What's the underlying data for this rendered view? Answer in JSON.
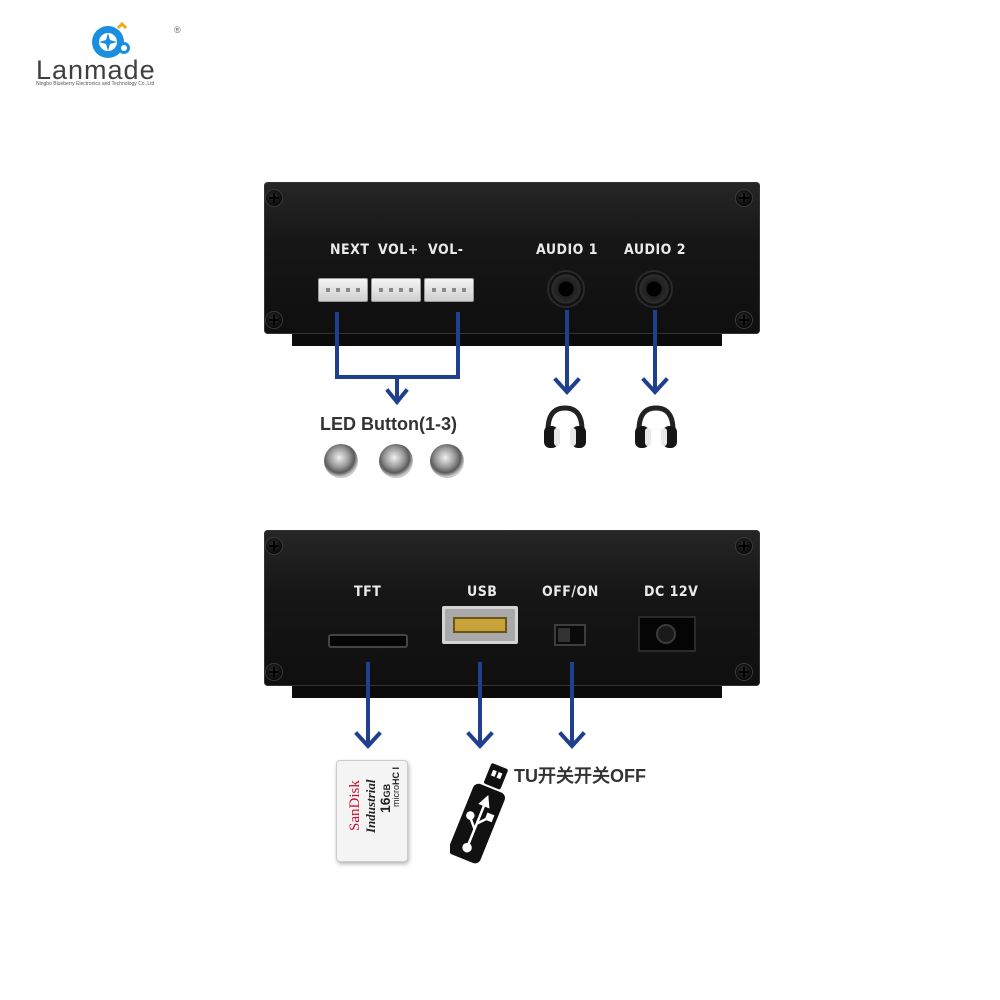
{
  "logo": {
    "name": "Lanmade",
    "subtitle": "Ningbo Blueberry Electronics and Technology Co.,Ltd",
    "registered": "®"
  },
  "top_panel": {
    "labels": {
      "next": "NEXT",
      "vol_plus": "VOL+",
      "vol_minus": "VOL-",
      "audio1": "AUDIO 1",
      "audio2": "AUDIO 2"
    }
  },
  "captions": {
    "led_button": "LED Button(1-3)",
    "turn_off": "TU开关开关OFF"
  },
  "bottom_panel": {
    "labels": {
      "tft": "TFT",
      "usb": "USB",
      "off_on": "OFF/ON",
      "dc": "DC 12V"
    }
  },
  "sdcard": {
    "brand": "SanDisk",
    "line": "Industrial",
    "capacity": "16",
    "unit": "GB",
    "micro": "micro",
    "hc": "HC I"
  },
  "colors": {
    "arrow": "#1f3f8f",
    "panel": "#161616",
    "logo_blue": "#1a8fe0",
    "sandisk_red": "#c8102e"
  }
}
